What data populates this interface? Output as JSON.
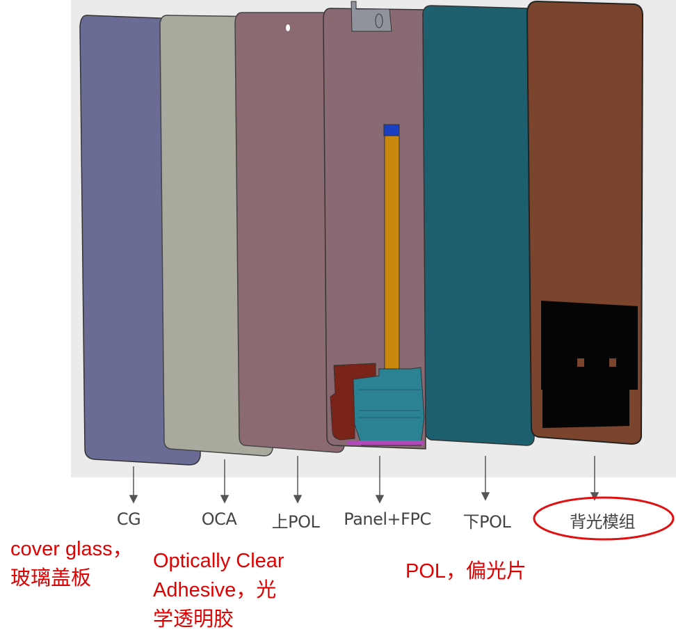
{
  "layers": [
    {
      "label": "CG",
      "color": "#6b6c96"
    },
    {
      "label": "OCA",
      "color": "#a9a99d"
    },
    {
      "label": "上POL",
      "color": "#8b6a72"
    },
    {
      "label": "Panel+FPC",
      "color": "#8a6a72"
    },
    {
      "label": "下POL",
      "color": "#1e5f6f"
    },
    {
      "label": "背光模组",
      "color": "#7b442d"
    }
  ],
  "annotations": {
    "cg_line1": "cover glass，",
    "cg_line2": "玻璃盖板",
    "oca_line1": "Optically Clear",
    "oca_line2": "Adhesive，光",
    "oca_line3": "学透明胶",
    "pol": "POL，偏光片"
  },
  "highlight_color": "#e01010",
  "annotation_color": "#e00000"
}
